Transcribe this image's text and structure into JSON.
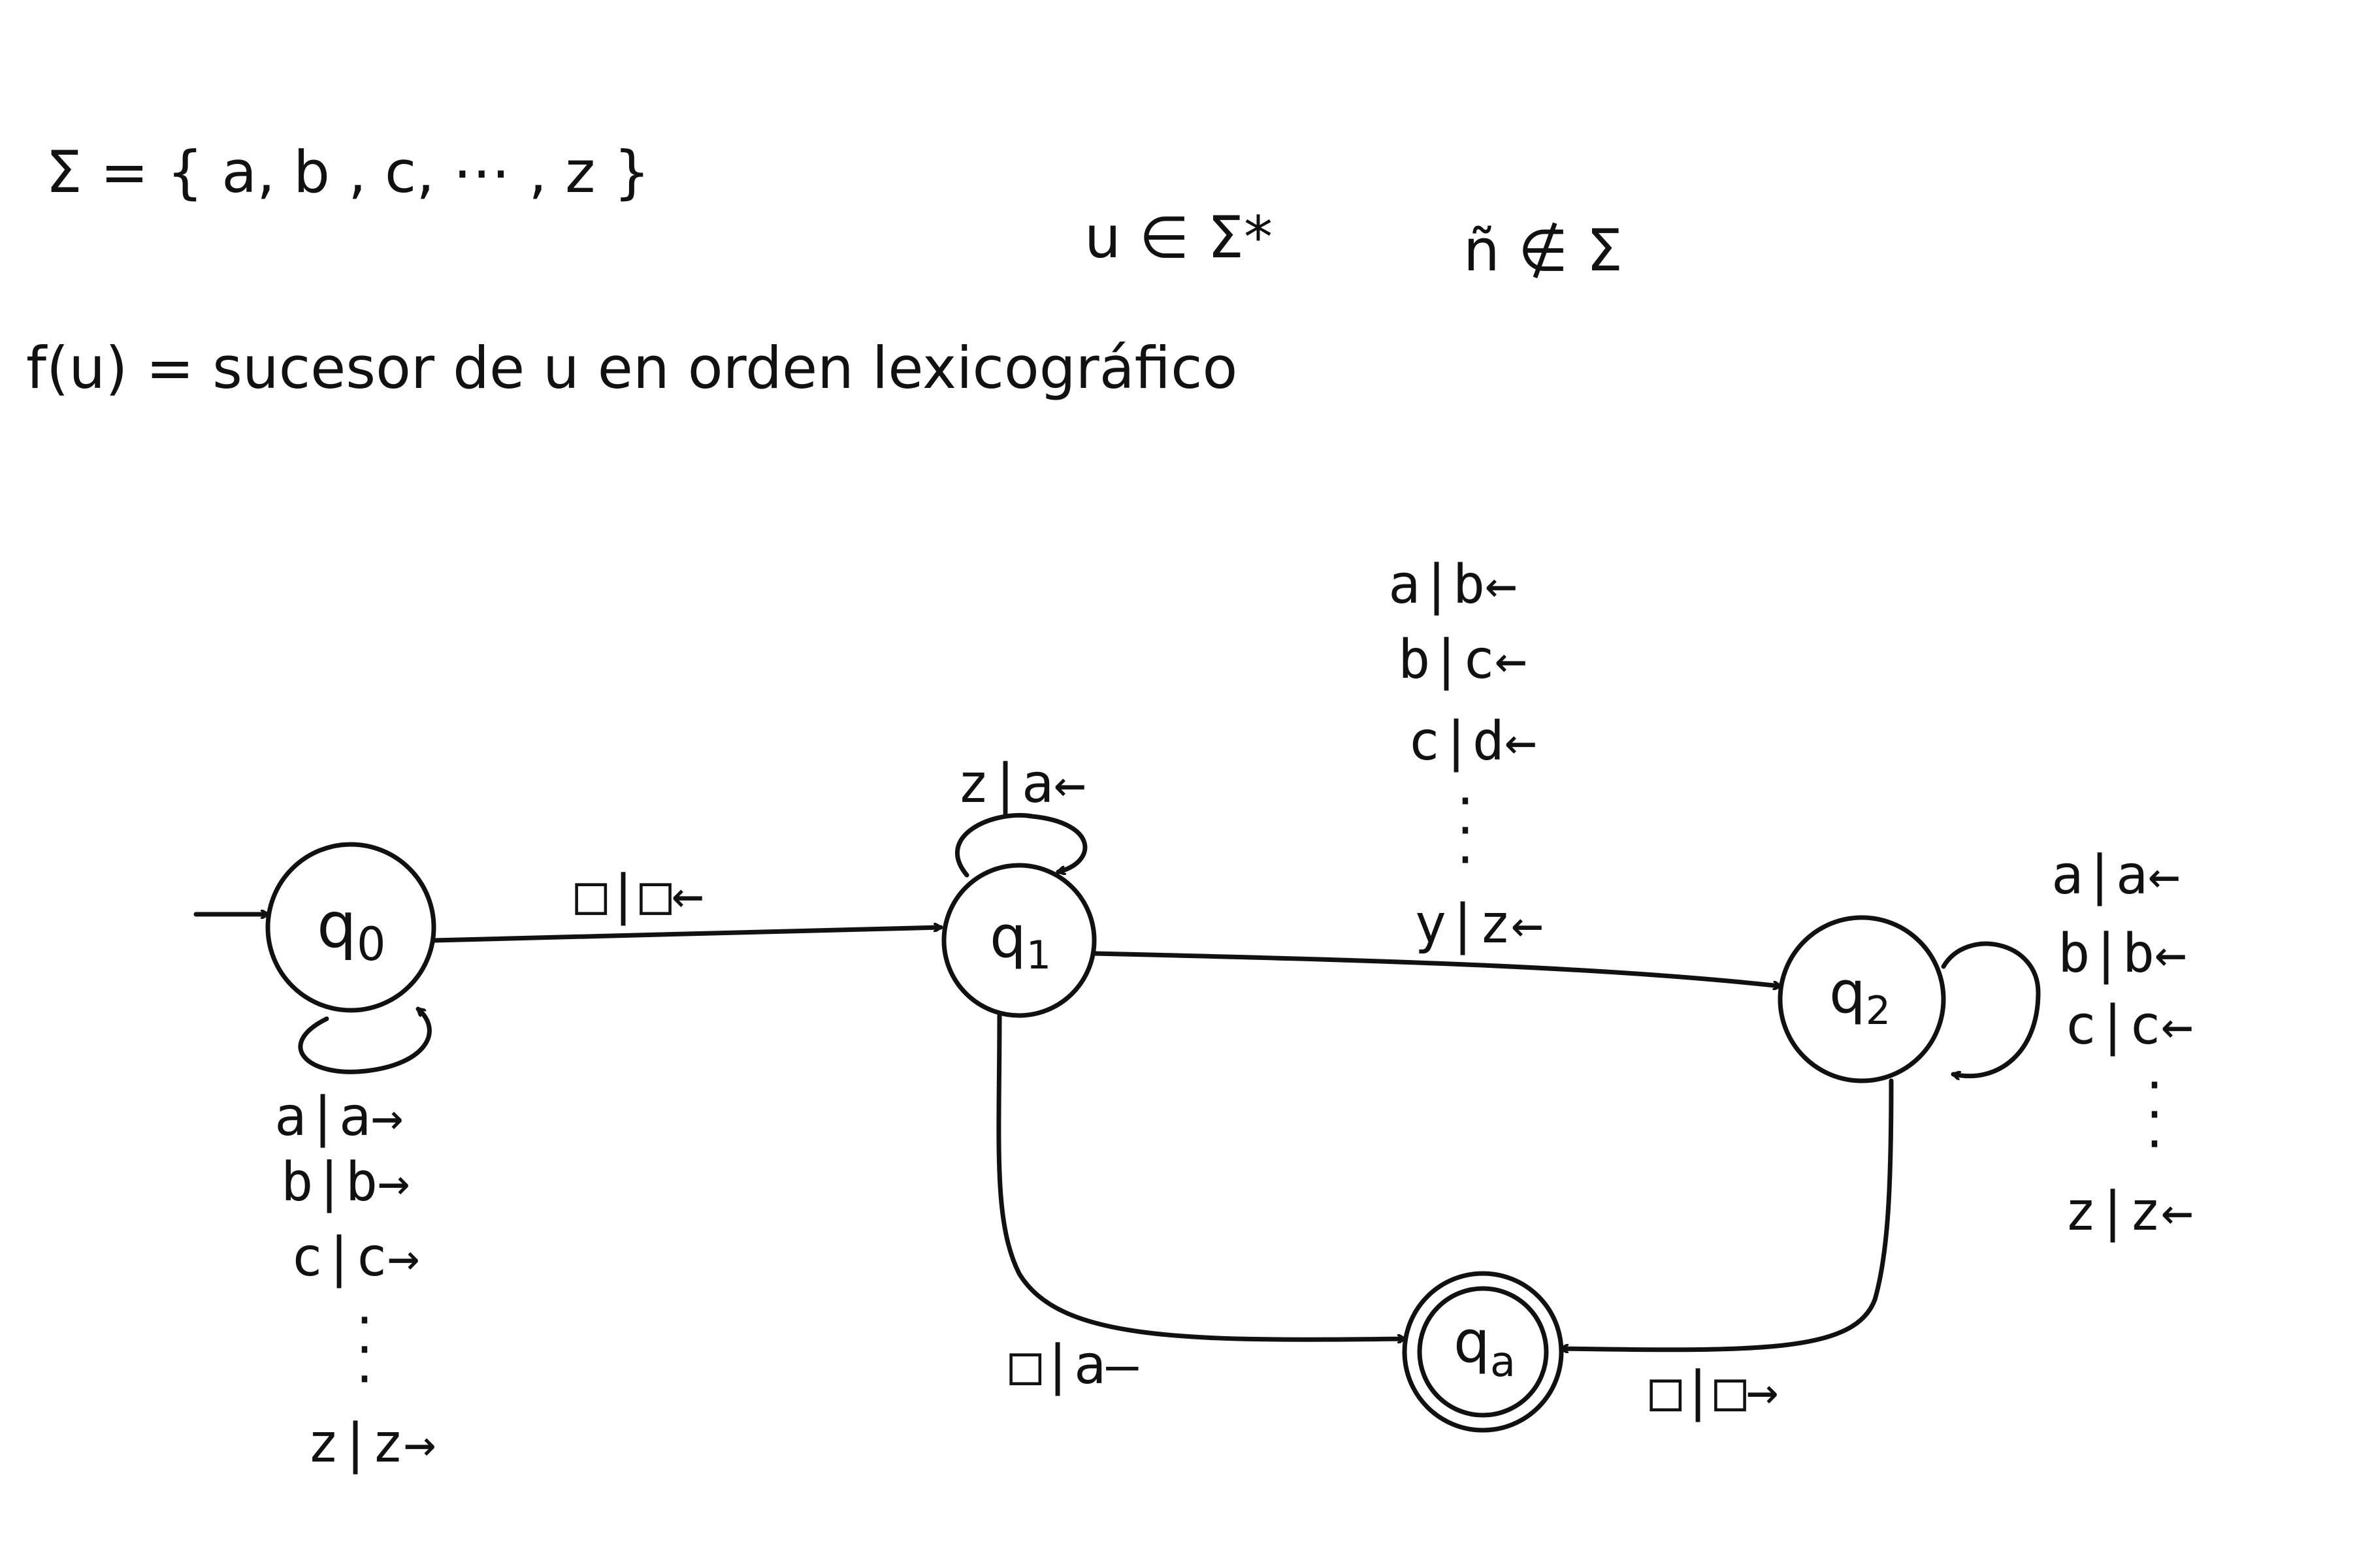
{
  "header": {
    "alphabet": "Σ = { a, b , c, ⋯ , z }",
    "membership": "u ∈ Σ*",
    "not_in": "ñ ∉ Σ",
    "definition": "f(u) = sucesor de u en orden lexicográfico"
  },
  "states": {
    "q0": {
      "main": "q",
      "sub": "0"
    },
    "q1": {
      "main": "q",
      "sub": "1"
    },
    "q2": {
      "main": "q",
      "sub": "2"
    },
    "qa": {
      "main": "q",
      "sub": "a"
    }
  },
  "transitions": {
    "q0_loop": [
      "a|a→",
      "b|b→",
      "c|c→",
      "z|z→"
    ],
    "q0_q1": "□|□←",
    "q1_loop": "z|a←",
    "q1_q2": [
      "a|b←",
      "b|c←",
      "c|d←",
      "y|z←"
    ],
    "q2_loop": [
      "a|a←",
      "b|b←",
      "c|c←",
      "z|z←"
    ],
    "q1_qa": "□|a–",
    "q2_qa": "□|□→"
  },
  "ellipsis": "·\n·\n·"
}
